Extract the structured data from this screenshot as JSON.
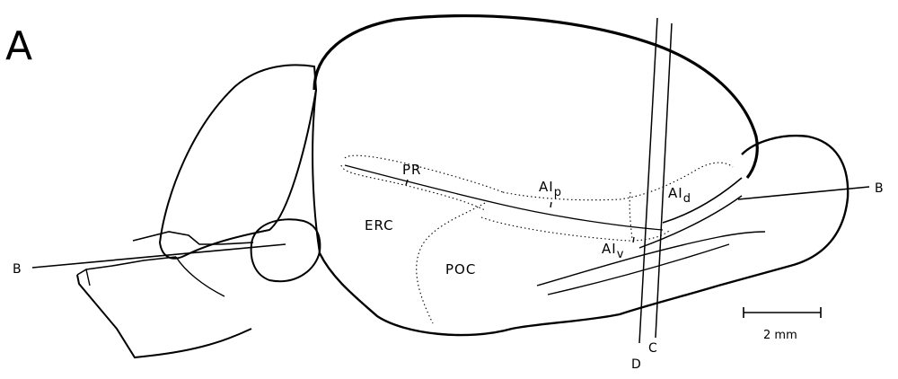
{
  "figure": {
    "panel_letter": "A",
    "labels": {
      "pr": "PR",
      "erc": "ERC",
      "poc": "POC",
      "aip_main": "AI",
      "aip_sub": "p",
      "aid_main": "AI",
      "aid_sub": "d",
      "aiv_main": "AI",
      "aiv_sub": "v",
      "plane_b_left": "B",
      "plane_b_right": "B",
      "plane_c": "C",
      "plane_d": "D"
    },
    "scale_bar": {
      "label": "2 mm",
      "value_mm": 2
    },
    "colors": {
      "ink": "#000000",
      "background": "#ffffff"
    }
  }
}
